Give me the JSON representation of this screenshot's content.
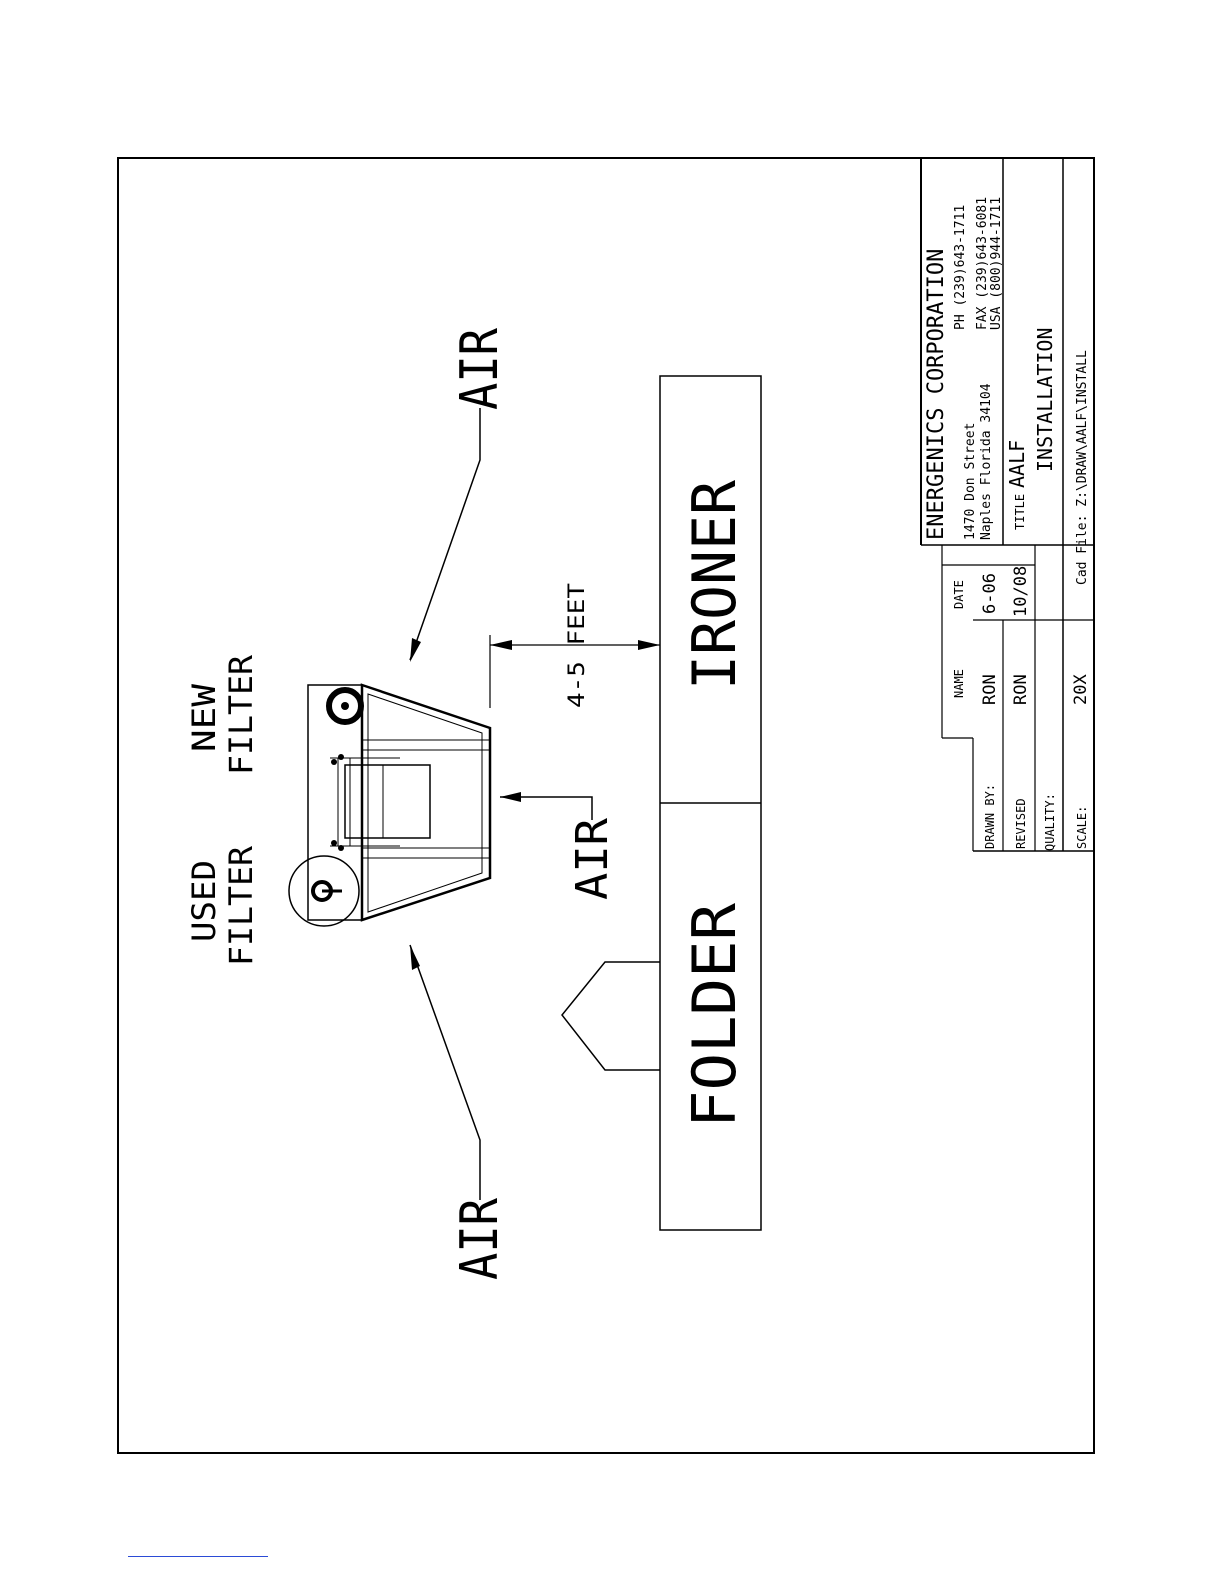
{
  "labels": {
    "air_top": "AIR",
    "air_middle": "AIR",
    "air_bottom": "AIR",
    "new_filter_line1": "NEW",
    "new_filter_line2": "FILTER",
    "used_filter_line1": "USED",
    "used_filter_line2": "FILTER",
    "distance": "4-5 FEET",
    "ironer": "IRONER",
    "folder": "FOLDER"
  },
  "title_block": {
    "company": "ENERGENICS CORPORATION",
    "address_line1": "1470 Don Street",
    "address_line2": "Naples Florida 34104",
    "phone": "PH (239)643-1711",
    "fax": "FAX (239)643-6081",
    "usa": "USA (800)944-1711",
    "title_label": "TITLE",
    "title_value": "AALF",
    "title_value2": "INSTALLATION",
    "cad_file": "Cad File: Z:\\DRAW\\AALF\\INSTALL",
    "col_name": "NAME",
    "col_date": "DATE",
    "drawn_by_label": "DRAWN BY:",
    "drawn_by_name": "RON",
    "drawn_by_date": "6-06",
    "revised_label": "REVISED",
    "revised_name": "RON",
    "revised_date": "10/08",
    "quality_label": "QUALITY:",
    "scale_label": "SCALE:",
    "scale_value": "20X"
  }
}
